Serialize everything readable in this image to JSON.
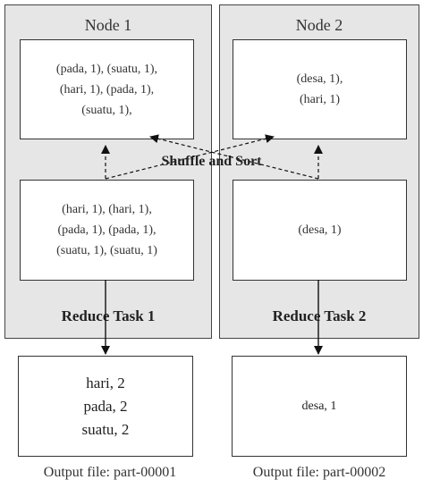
{
  "node1": {
    "title": "Node 1",
    "map_output": [
      "(pada, 1), (suatu, 1),",
      "(hari, 1), (pada, 1),",
      "(suatu, 1),"
    ],
    "reduce_input": [
      "(hari, 1), (hari, 1),",
      "(pada, 1), (pada, 1),",
      "(suatu, 1), (suatu, 1)"
    ],
    "reduce_label": "Reduce Task 1"
  },
  "node2": {
    "title": "Node 2",
    "map_output": [
      "(desa, 1),",
      "(hari, 1)"
    ],
    "reduce_input": [
      "(desa, 1)"
    ],
    "reduce_label": "Reduce Task 2"
  },
  "shuffle_label": "Shuffle and Sort",
  "outputs": [
    {
      "lines": [
        "hari, 2",
        "pada, 2",
        "suatu, 2"
      ],
      "label": "Output file: part-00001"
    },
    {
      "lines": [
        "desa, 1"
      ],
      "label": "Output file: part-00002"
    }
  ]
}
